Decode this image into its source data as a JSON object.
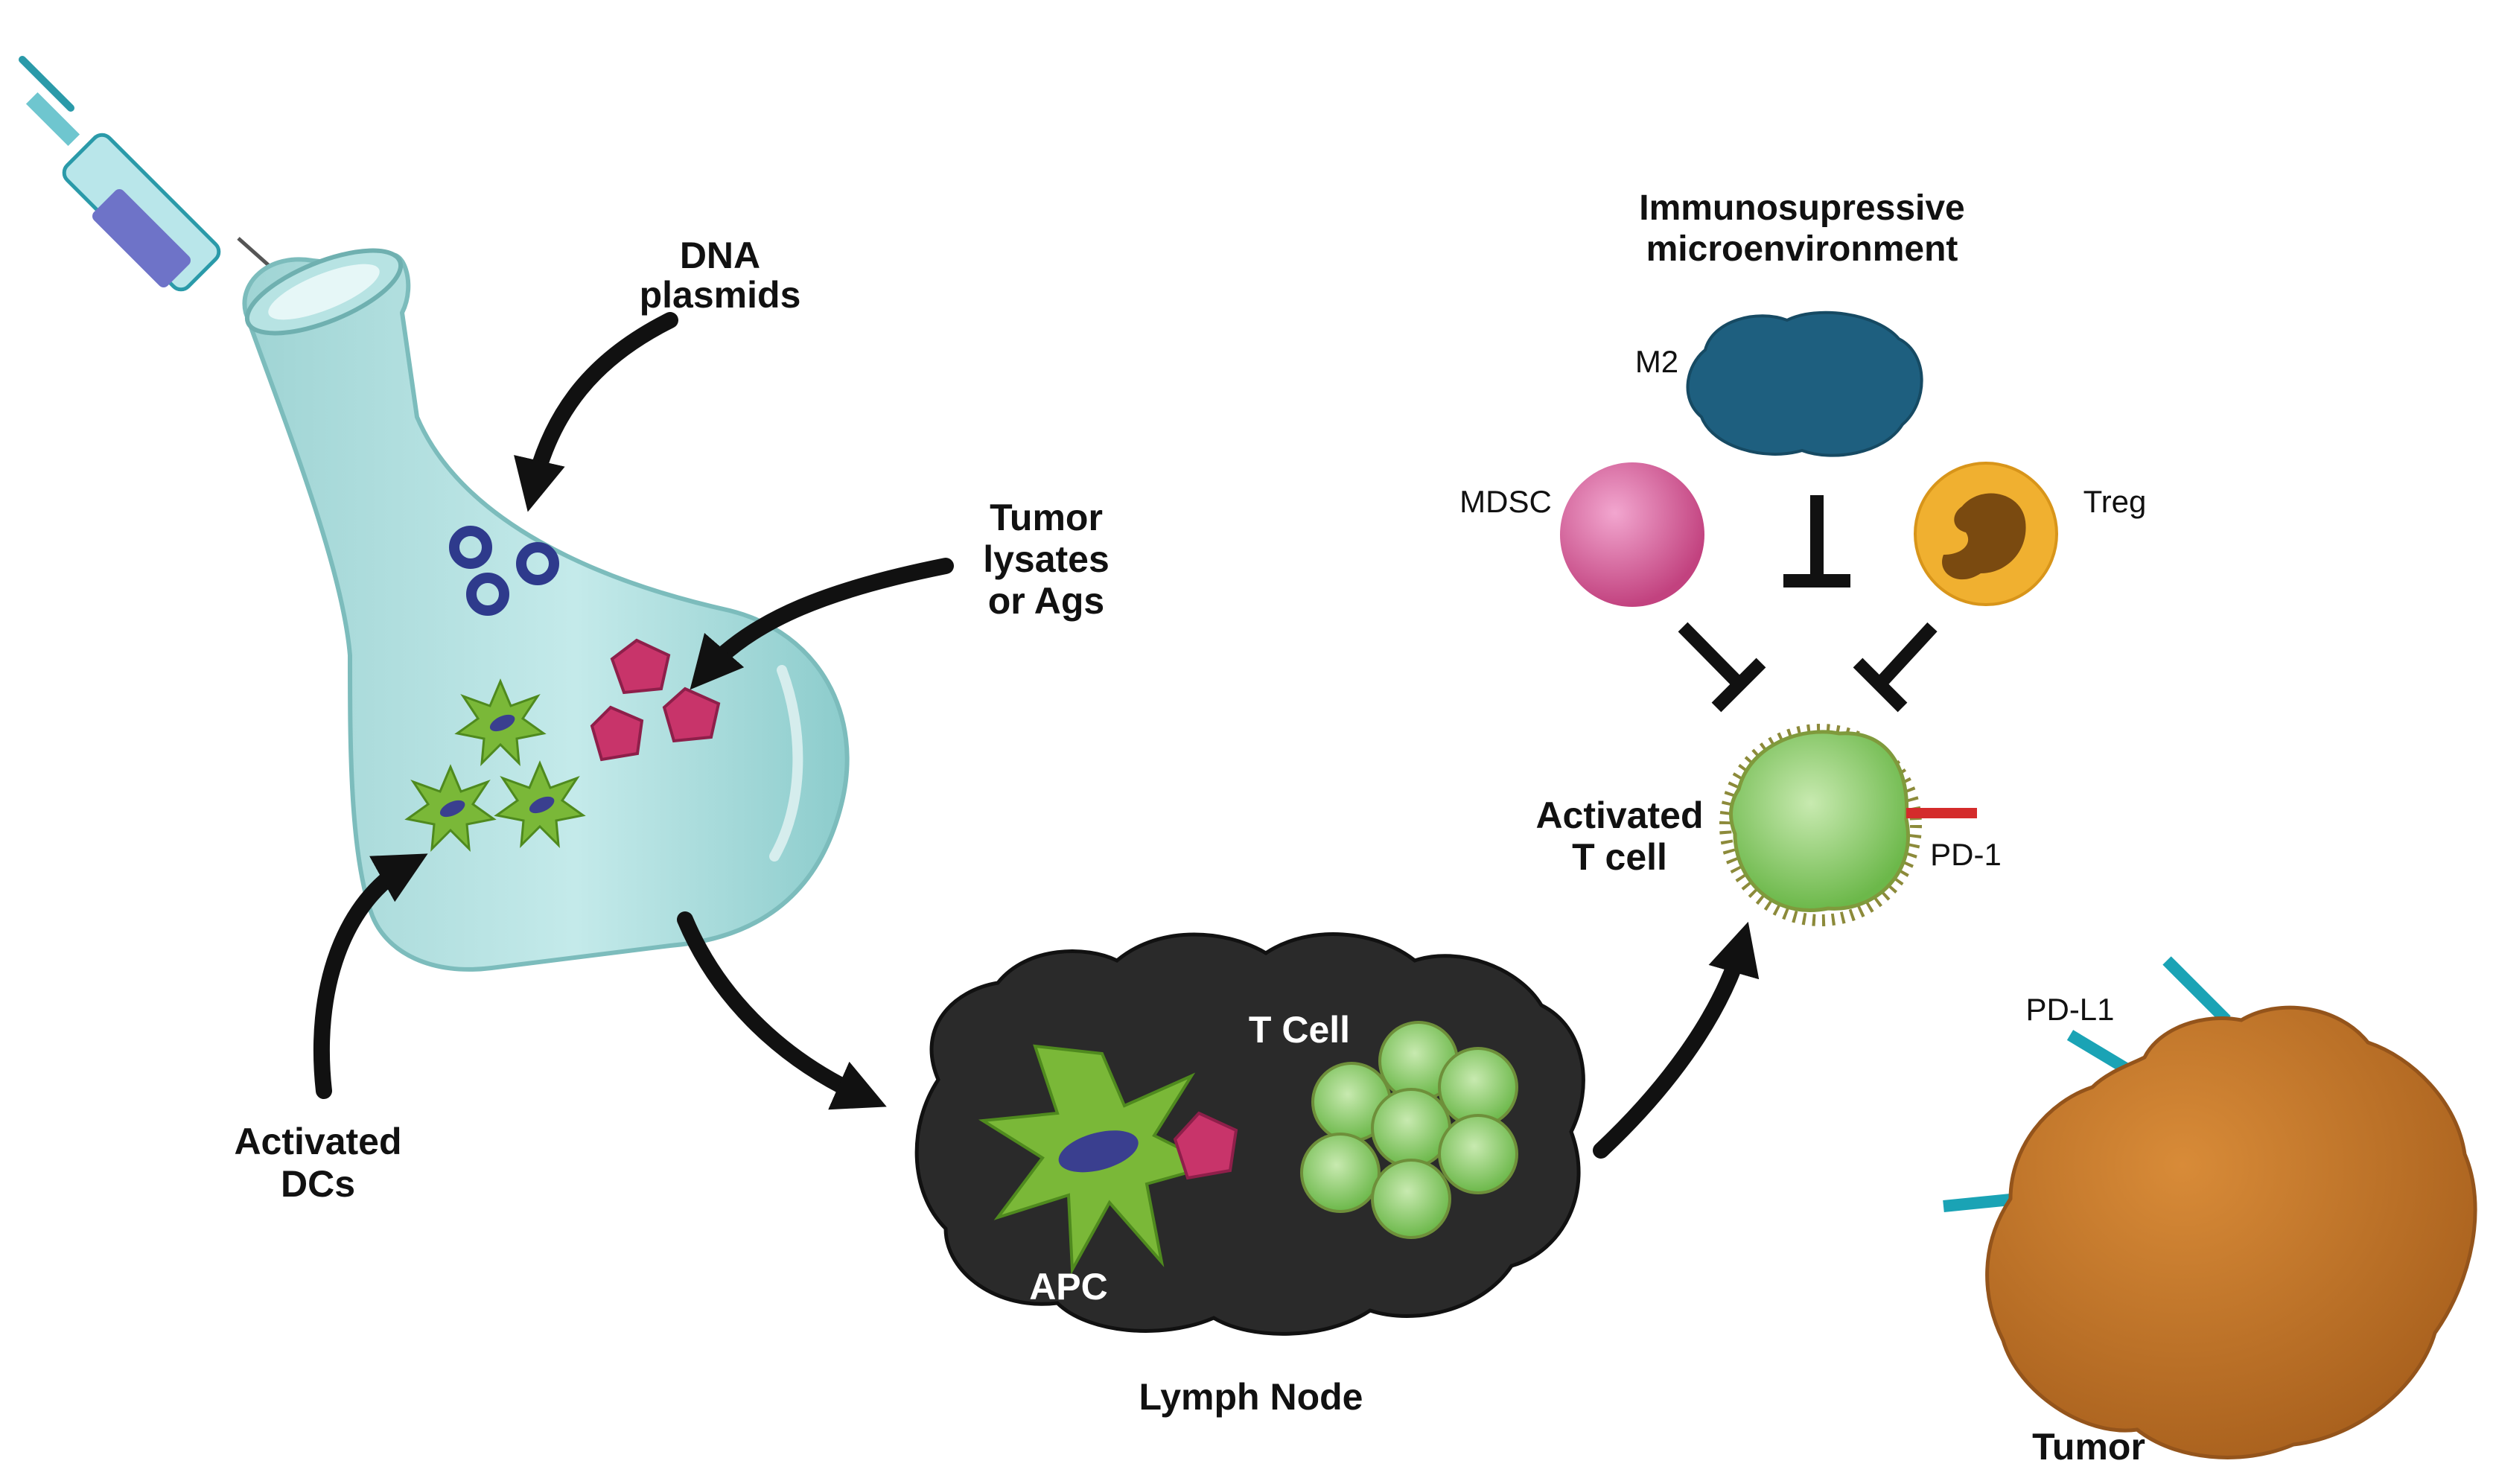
{
  "labels": {
    "dna_line1": "DNA",
    "dna_line2": "plasmids",
    "tumor_line1": "Tumor",
    "tumor_line2": "lysates",
    "tumor_line3": "or Ags",
    "dcs_line1": "Activated",
    "dcs_line2": "DCs",
    "immuno_line1": "Immunosupressive",
    "immuno_line2": "microenvironment",
    "m2": "M2",
    "mdsc": "MDSC",
    "treg": "Treg",
    "tcell_line1": "Activated",
    "tcell_line2": "T cell",
    "pd1": "PD-1",
    "tcell_ln": "T Cell",
    "apc": "APC",
    "lymph_node": "Lymph Node",
    "pdl1": "PD-L1",
    "tumor": "Tumor"
  },
  "colors": {
    "flask": "#a9dcdc",
    "plasmid": "#2e3a8c",
    "antigen": "#c8346a",
    "dc": "#7ab838",
    "lymph": "#2a2a2a",
    "tcell": "#9ad36f",
    "m2": "#1e5f7f",
    "mdsc": "#d65a9c",
    "treg": "#f0b030",
    "tumor": "#c9782a",
    "pdl1": "#1aa3b5",
    "pd1": "#d42b2b"
  }
}
